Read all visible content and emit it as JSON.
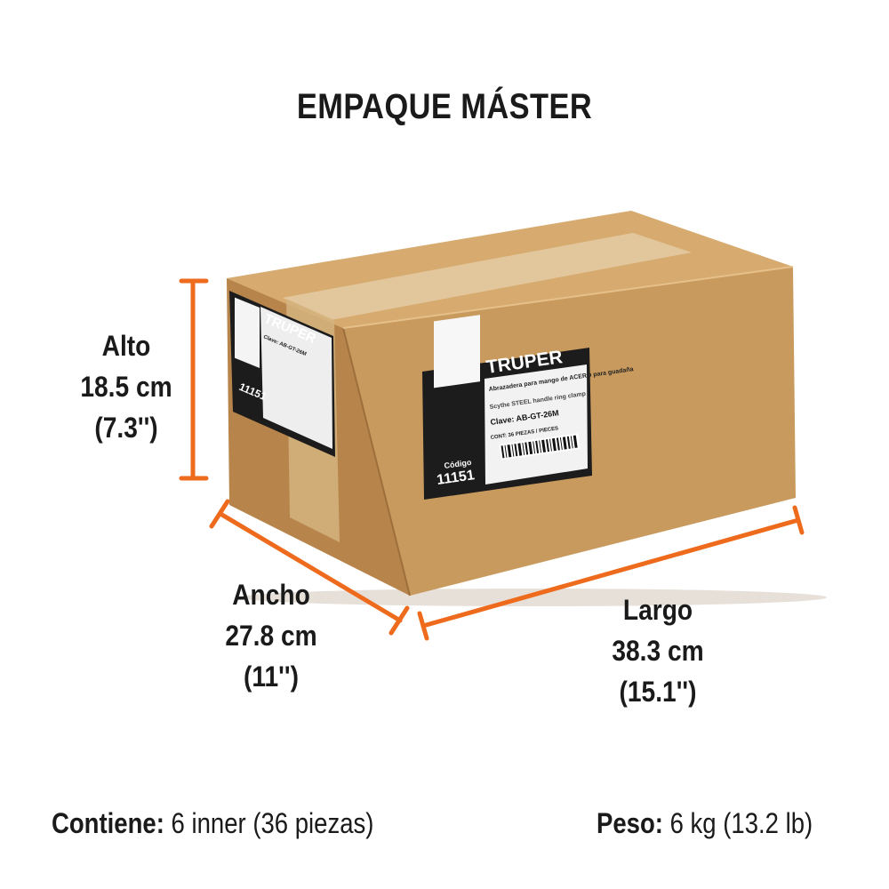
{
  "title": "EMPAQUE MÁSTER",
  "dimensions": {
    "alto": {
      "label": "Alto",
      "metric": "18.5 cm",
      "imperial": "(7.3'')"
    },
    "ancho": {
      "label": "Ancho",
      "metric": "27.8 cm",
      "imperial": "(11'')"
    },
    "largo": {
      "label": "Largo",
      "metric": "38.3 cm",
      "imperial": "(15.1'')"
    }
  },
  "footer": {
    "contiene_label": "Contiene:",
    "contiene_value": "6 inner (36 piezas)",
    "peso_label": "Peso:",
    "peso_value": "6 kg (13.2 lb)"
  },
  "box_label": {
    "brand": "TRUPER",
    "description": "Abrazadera para mango de ACERO para guadaña",
    "description_en": "Scythe STEEL handle ring clamp",
    "clave": "Clave: AB-GT-26M",
    "contents": "CONT: 36 PIEZAS / PIECES",
    "codigo_label": "Código",
    "codigo": "11151"
  },
  "colors": {
    "accent_orange": "#ee6a1c",
    "cardboard_front": "#c99a5e",
    "cardboard_top": "#d7ab70",
    "cardboard_side": "#b7854b",
    "tape": "#e2c79c"
  }
}
